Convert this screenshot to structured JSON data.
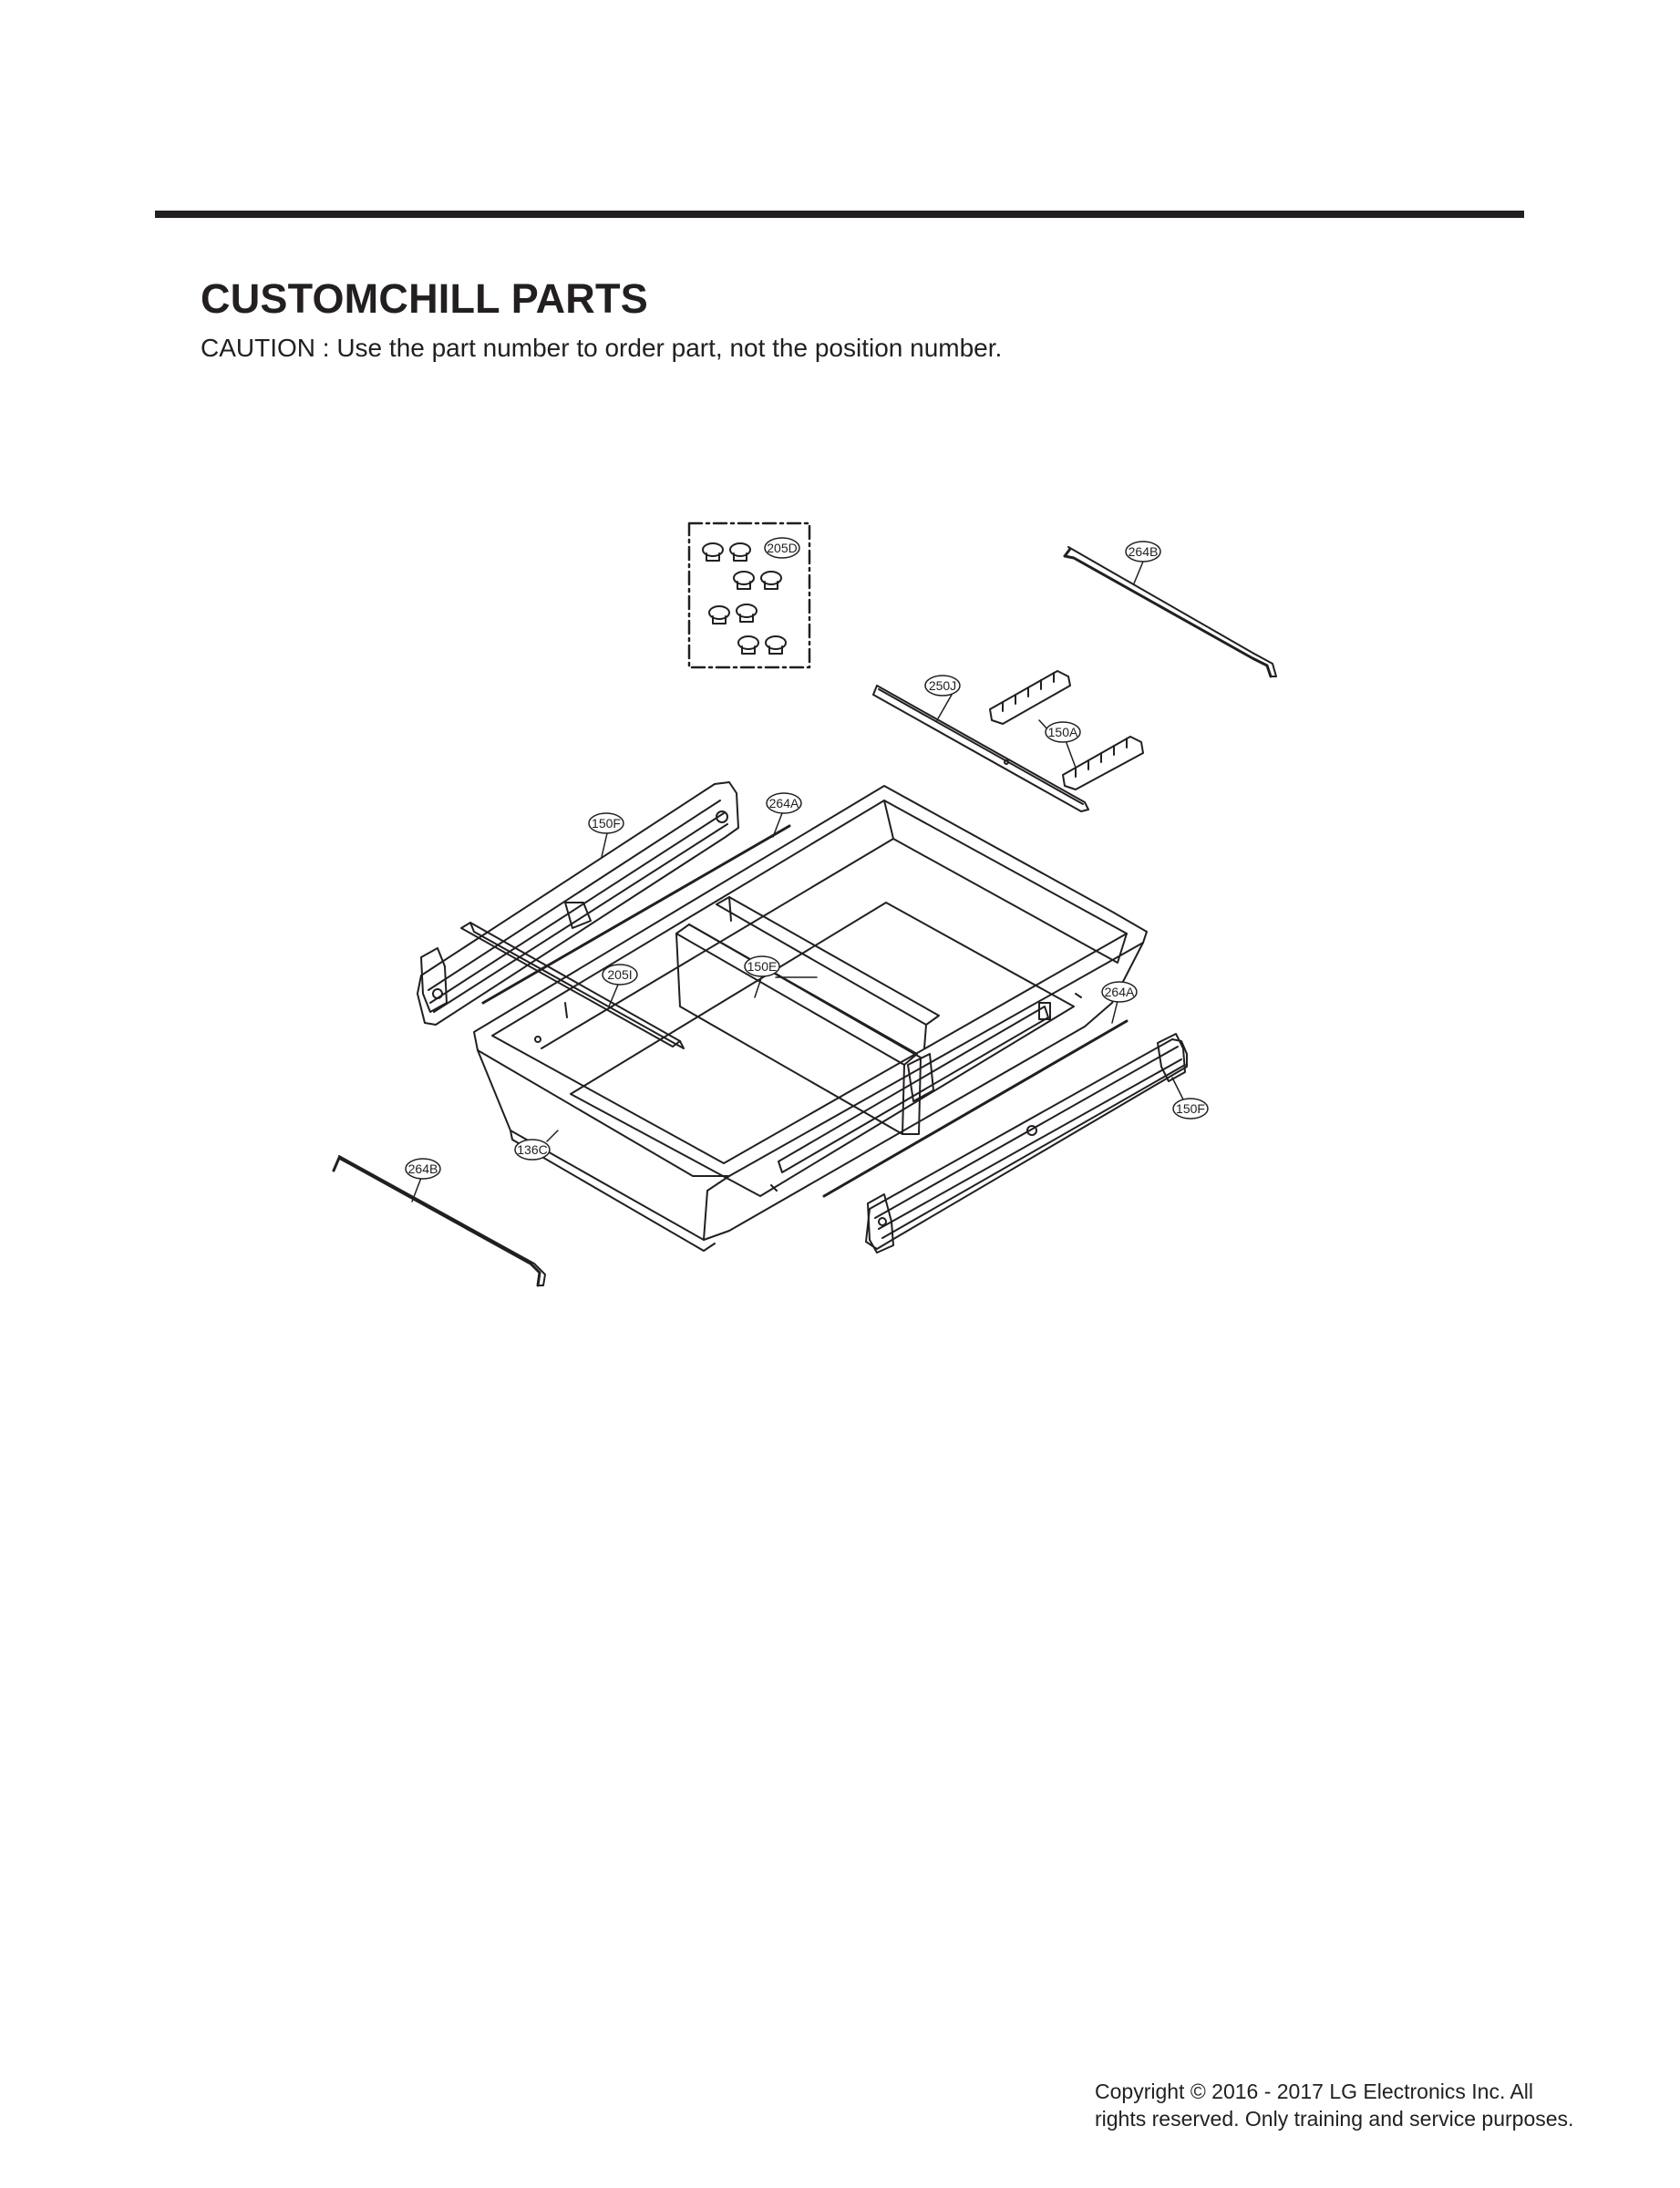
{
  "header": {
    "title": "CUSTOMCHILL PARTS",
    "caution": "CAUTION : Use the part number to order part, not the position number."
  },
  "diagram": {
    "callouts": [
      "205D",
      "264B",
      "250J",
      "150A",
      "264A",
      "150F",
      "150E",
      "205I",
      "264A",
      "150F",
      "136C",
      "264B"
    ]
  },
  "footer": {
    "line1": "Copyright © 2016 - 2017 LG Electronics Inc. All",
    "line2": "rights reserved. Only training and service purposes."
  }
}
